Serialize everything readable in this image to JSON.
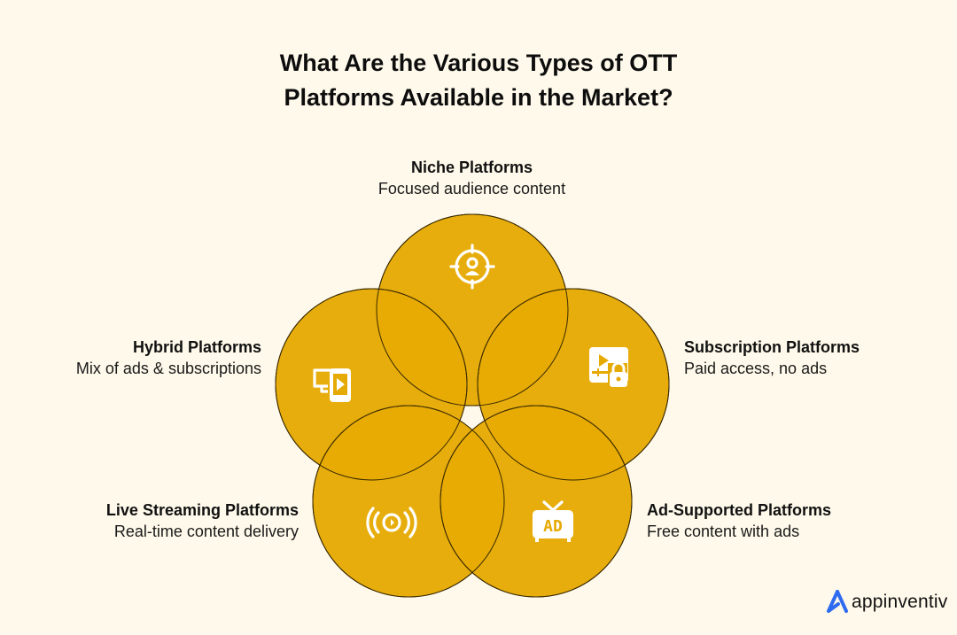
{
  "title": {
    "line1": "What Are the Various Types of OTT",
    "line2": "Platforms Available in the Market?"
  },
  "colors": {
    "background": "#FEF9EA",
    "circle_fill": "#E6AA04",
    "circle_stroke": "#3a2a00",
    "icon": "#FFFFFF",
    "logo_accent": "#2F6BF0"
  },
  "platforms": [
    {
      "id": "niche",
      "title": "Niche Platforms",
      "description": "Focused audience content",
      "icon": "target-user-icon"
    },
    {
      "id": "hybrid",
      "title": "Hybrid Platforms",
      "description": "Mix of ads & subscriptions",
      "icon": "devices-play-icon"
    },
    {
      "id": "subscription",
      "title": "Subscription Platforms",
      "description": "Paid access, no ads",
      "icon": "video-lock-icon"
    },
    {
      "id": "live",
      "title": "Live Streaming Platforms",
      "description": "Real-time content delivery",
      "icon": "live-broadcast-icon"
    },
    {
      "id": "ad",
      "title": "Ad-Supported Platforms",
      "description": "Free content with ads",
      "icon": "ad-tv-icon"
    }
  ],
  "logo": {
    "text": "appinventiv"
  }
}
